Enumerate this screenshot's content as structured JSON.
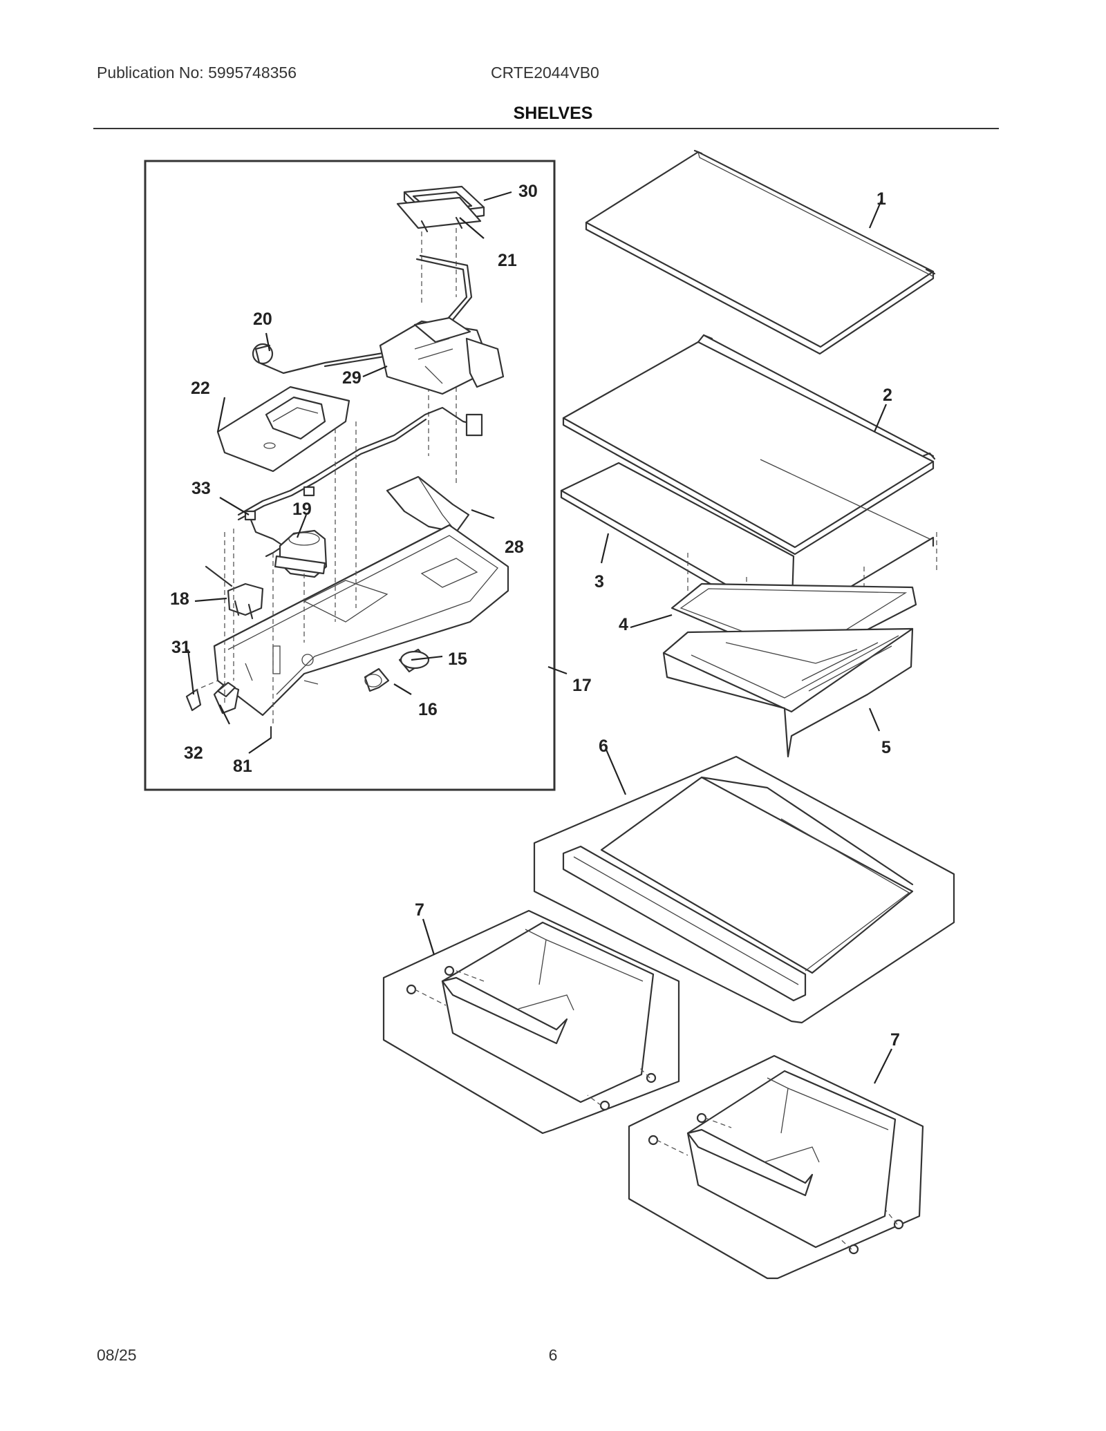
{
  "header": {
    "publication": "Publication No: 5995748356",
    "model": "CRTE2044VB0",
    "title": "SHELVES"
  },
  "footer": {
    "date": "08/25",
    "page": "6"
  },
  "callouts": {
    "c1": "1",
    "c2": "2",
    "c3": "3",
    "c4": "4",
    "c5": "5",
    "c6": "6",
    "c7a": "7",
    "c7b": "7",
    "c15": "15",
    "c16": "16",
    "c17": "17",
    "c18": "18",
    "c19": "19",
    "c20": "20",
    "c21": "21",
    "c22": "22",
    "c28": "28",
    "c29": "29",
    "c30": "30",
    "c31": "31",
    "c32": "32",
    "c33": "33",
    "c81": "81"
  }
}
